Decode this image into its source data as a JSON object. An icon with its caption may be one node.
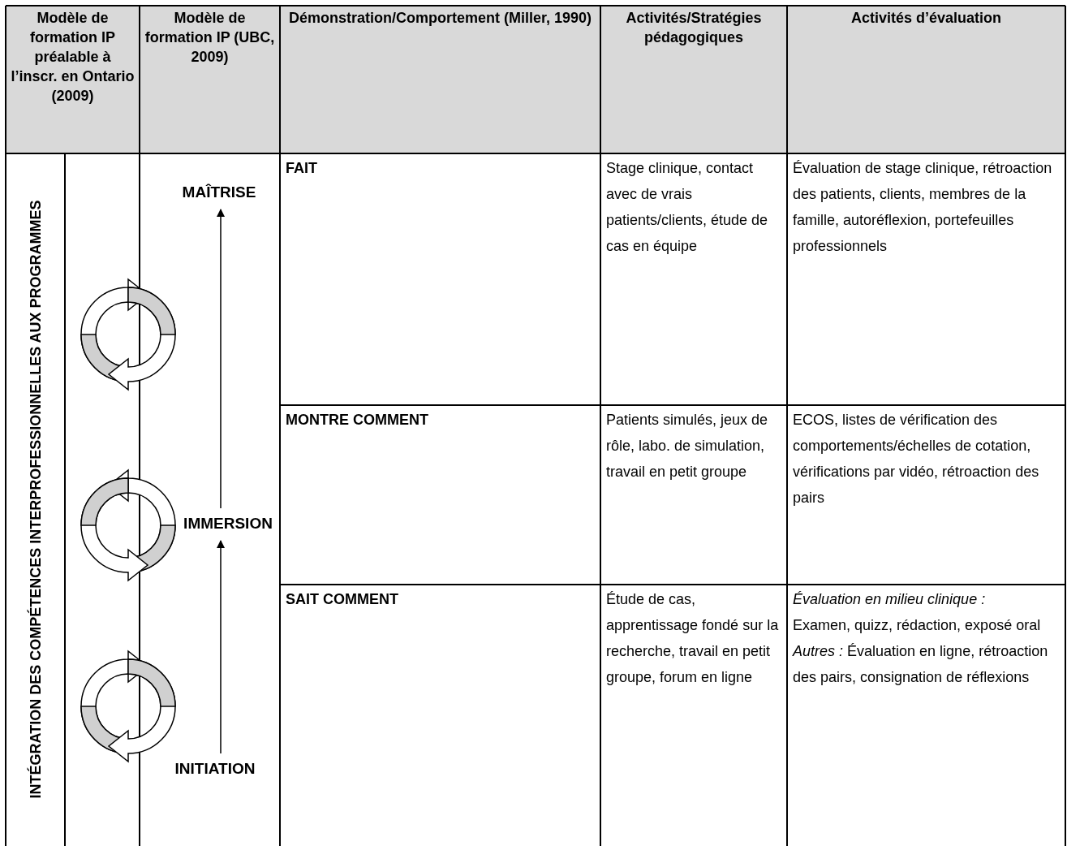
{
  "diagram": {
    "nodes": [
      {
        "text": [
          "MAÎTRISE"
        ]
      },
      {
        "text": [
          "IMMERSION"
        ]
      },
      {
        "text": [
          "INITIATION"
        ]
      }
    ],
    "edges": [
      {
        "from": 2,
        "to": 1,
        "arrow": "to"
      },
      {
        "from": 1,
        "to": 0,
        "arrow": "to"
      }
    ],
    "labels": [
      "Modèle de formation IP préalable à l’inscr. en Ontario (2009)",
      "Modèle de formation IP (UBC, 2009)",
      "Démonstration/Comportement (Miller, 1990)",
      "Activités/Stratégies pédagogiques",
      "Activités d’évaluation",
      "INTÉGRATION DES COMPÉTENCES INTERPROFESSIONNELLES AUX PROGRAMMES",
      "FAIT",
      "Stage clinique, contact avec de vrais patients/clients, étude de cas en équipe",
      "Évaluation de stage clinique, rétroaction des patients, clients, membres de la famille, autoréflexion, portefeuilles professionnels",
      "MONTRE COMMENT",
      "Patients simulés, jeux de rôle, labo. de simulation, travail en petit groupe",
      "ECOS, listes de vérification des comportements/échelles de cotation, vérifications par vidéo, rétroaction des pairs",
      "SAIT COMMENT",
      "Étude de cas, apprentissage fondé sur la recherche, travail en petit groupe, forum en ligne",
      "Évaluation en milieu clinique :",
      "Examen, quizz, rédaction, exposé oral",
      "*Autres :* Évaluation en ligne, rétroaction des pairs, consignation de réflexions"
    ]
  }
}
